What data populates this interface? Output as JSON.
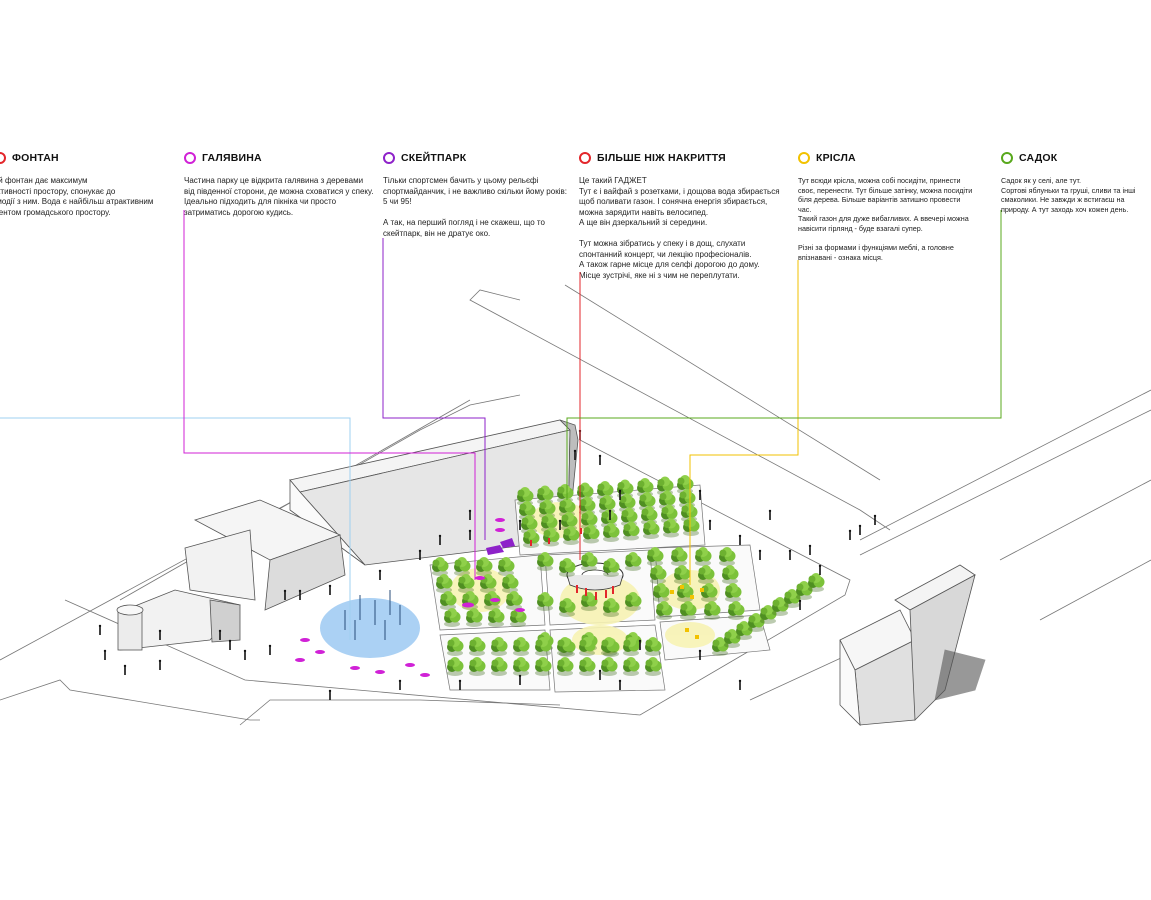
{
  "colors": {
    "fountain": "#e3262b",
    "lawn": "#d021d6",
    "skatepark": "#8e22c9",
    "canopy": "#e3262b",
    "chairs": "#f2c200",
    "garden": "#58a81c",
    "fountain_line": "#9fd0f0",
    "tree_green": "#7cc23a",
    "tree_dark": "#4f8f22",
    "lawn_yellow": "#f7f3b4",
    "water_blue": "#9cc9f2"
  },
  "legend": [
    {
      "id": "fountain",
      "title": "ФОНТАН",
      "text": "Сухий фонтан дає максимум\nатрактивності простору, спонукає до\nвзаємодії з ним. Вода є найбільш атрактивним\nелементом громадського простору."
    },
    {
      "id": "lawn",
      "title": "ГАЛЯВИНА",
      "text": "Частина парку це відкрита галявина з деревами\nвід південної сторони, де можна сховатися у спеку.\nІдеально підходить для пікніка чи просто\nзатриматись дорогою кудись."
    },
    {
      "id": "skatepark",
      "title": "СКЕЙТПАРК",
      "text": "Тільки спортсмен бачить у цьому рельєфі\nспортмайданчик, і не важливо скільки йому років:\n5 чи 95!\n\nА так, на перший погляд і не скажеш, що то\nскейтпарк, він не дратує око."
    },
    {
      "id": "canopy",
      "title": "БІЛЬШЕ НІЖ НАКРИТТЯ",
      "text": "Це такий ГАДЖЕТ\nТут є і вайфай з розетками, і дощова вода збирається\nщоб поливати газон. І сонячна енергія збирається,\nможна зарядити навіть велосипед.\nА ще він дзеркальний зі середини.\n\nТут можна зібратись у спеку і в дощ, слухати\nспонтанний концерт, чи лекцію професіоналів.\nА також гарне місце для селфі дорогою до дому.\nМісце зустрічі, яке ні з чим не переплутати."
    },
    {
      "id": "chairs",
      "title": "КРІСЛА",
      "text": "Тут всюди крісла, можна собі посидіти, принести\nсвоє, перенести. Тут більше затінку, можна посидіти\nбіля дерева. Більше варіантів затишно провести\nчас.\nТакий газон для дуже вибагливих. А ввечері можна\nнавісити гірлянд - буде взагалі супер.\n\nРізні за формами і функціями меблі, а головне\nвпізнавані - ознака місця."
    },
    {
      "id": "garden",
      "title": "САДОК",
      "text": "Садок як у селі, але тут.\nСортові яблуньки та груші, сливи та інші\nсмаколики. Не завжди ж встигаєш на\nприроду. А тут заходь хоч кожен день."
    }
  ]
}
